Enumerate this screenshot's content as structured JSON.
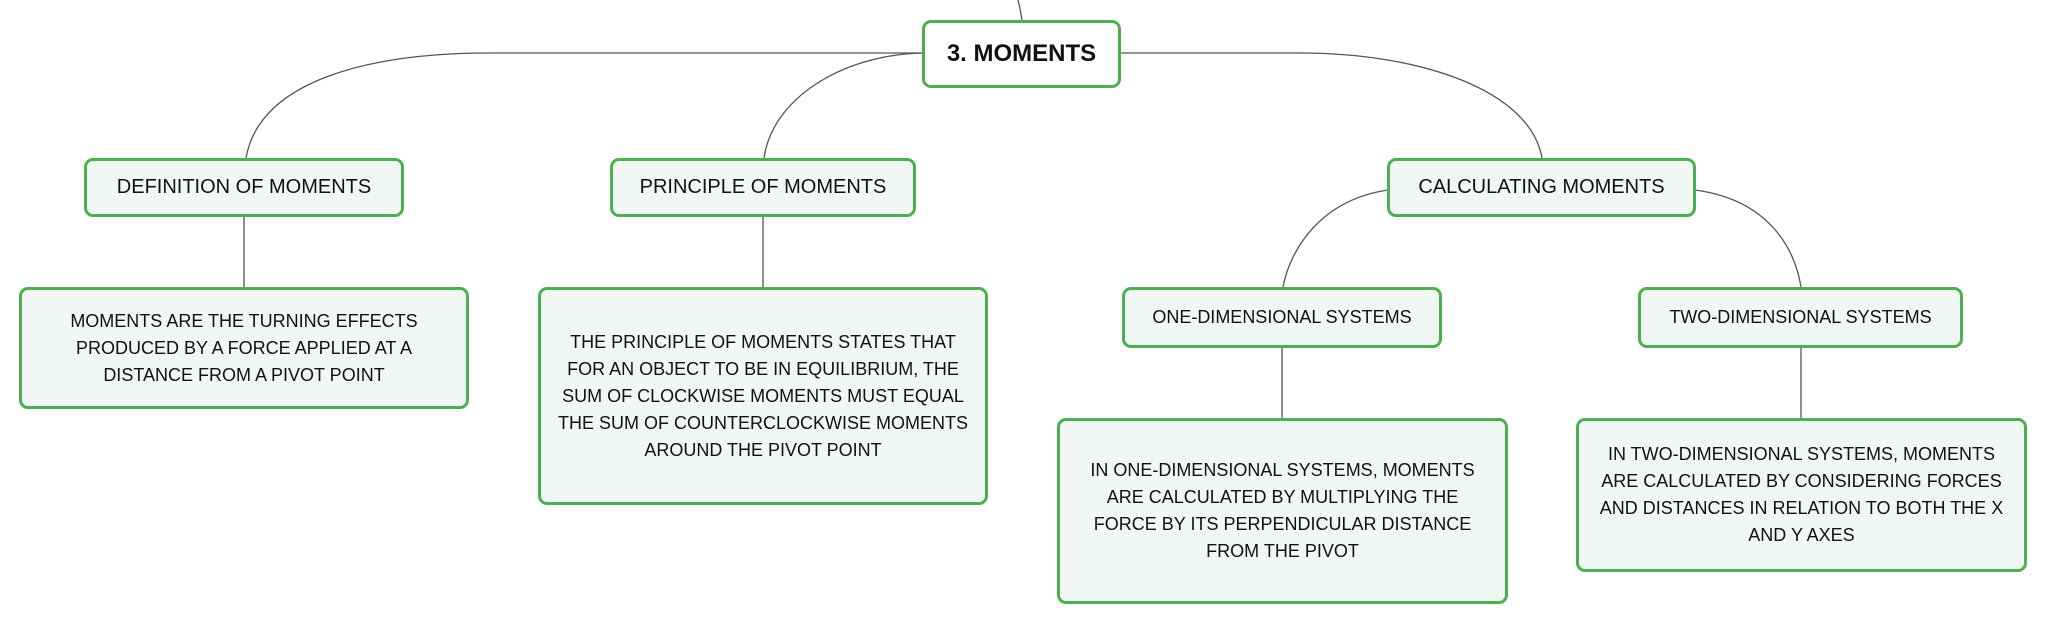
{
  "map": {
    "root": "3. MOMENTS",
    "definition": {
      "title": "DEFINITION OF MOMENTS",
      "text": "MOMENTS ARE THE TURNING EFFECTS PRODUCED BY A FORCE APPLIED AT A DISTANCE FROM A PIVOT POINT"
    },
    "principle": {
      "title": "PRINCIPLE OF MOMENTS",
      "text": "THE PRINCIPLE OF MOMENTS STATES THAT FOR AN OBJECT TO BE IN EQUILIBRIUM, THE SUM OF CLOCKWISE MOMENTS MUST EQUAL THE SUM OF COUNTERCLOCKWISE MOMENTS AROUND THE PIVOT POINT"
    },
    "calculating": {
      "title": "CALCULATING MOMENTS",
      "one_dimensional": {
        "title": "ONE-DIMENSIONAL SYSTEMS",
        "text": "IN ONE-DIMENSIONAL SYSTEMS, MOMENTS ARE CALCULATED BY MULTIPLYING THE FORCE BY ITS PERPENDICULAR DISTANCE FROM THE PIVOT"
      },
      "two_dimensional": {
        "title": "TWO-DIMENSIONAL SYSTEMS",
        "text": "IN TWO-DIMENSIONAL SYSTEMS, MOMENTS ARE CALCULATED BY CONSIDERING FORCES AND DISTANCES IN RELATION TO BOTH THE X AND Y AXES"
      }
    }
  },
  "colors": {
    "node_border": "#4caf50",
    "node_fill": "#f1f8f3",
    "connector": "#555555"
  }
}
